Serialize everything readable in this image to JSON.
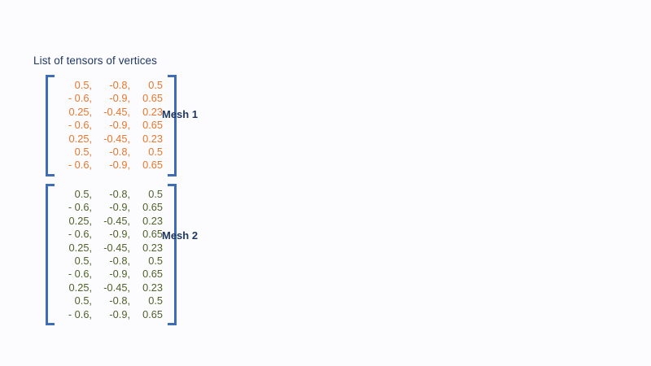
{
  "page": {
    "title": "List of tensors of vertices",
    "background_color": "#FCFCFE",
    "title_color": "#1F3864",
    "bracket_color": "#3E6DB5"
  },
  "tensors": [
    {
      "id": "mesh-1",
      "label": "Mesh 1",
      "text_color": "#E8762C",
      "row_count": "7",
      "rows": [
        {
          "c0": "0.5,",
          "c1": "-0.8,",
          "c2": "0.5"
        },
        {
          "c0": "- 0.6,",
          "c1": "-0.9,",
          "c2": "0.65"
        },
        {
          "c0": "0.25,",
          "c1": "-0.45,",
          "c2": "0.23"
        },
        {
          "c0": "- 0.6,",
          "c1": "-0.9,",
          "c2": "0.65"
        },
        {
          "c0": "0.25,",
          "c1": "-0.45,",
          "c2": "0.23"
        },
        {
          "c0": "0.5,",
          "c1": "-0.8,",
          "c2": "0.5"
        },
        {
          "c0": "- 0.6,",
          "c1": "-0.9,",
          "c2": "0.65"
        }
      ]
    },
    {
      "id": "mesh-2",
      "label": "Mesh 2",
      "text_color": "#4F6228",
      "row_count": "10",
      "rows": [
        {
          "c0": "0.5,",
          "c1": "-0.8,",
          "c2": "0.5"
        },
        {
          "c0": "- 0.6,",
          "c1": "-0.9,",
          "c2": "0.65"
        },
        {
          "c0": "0.25,",
          "c1": "-0.45,",
          "c2": "0.23"
        },
        {
          "c0": "- 0.6,",
          "c1": "-0.9,",
          "c2": "0.65"
        },
        {
          "c0": "0.25,",
          "c1": "-0.45,",
          "c2": "0.23"
        },
        {
          "c0": "0.5,",
          "c1": "-0.8,",
          "c2": "0.5"
        },
        {
          "c0": "- 0.6,",
          "c1": "-0.9,",
          "c2": "0.65"
        },
        {
          "c0": "0.25,",
          "c1": "-0.45,",
          "c2": "0.23"
        },
        {
          "c0": "0.5,",
          "c1": "-0.8,",
          "c2": "0.5"
        },
        {
          "c0": "- 0.6,",
          "c1": "-0.9,",
          "c2": "0.65"
        }
      ]
    }
  ]
}
